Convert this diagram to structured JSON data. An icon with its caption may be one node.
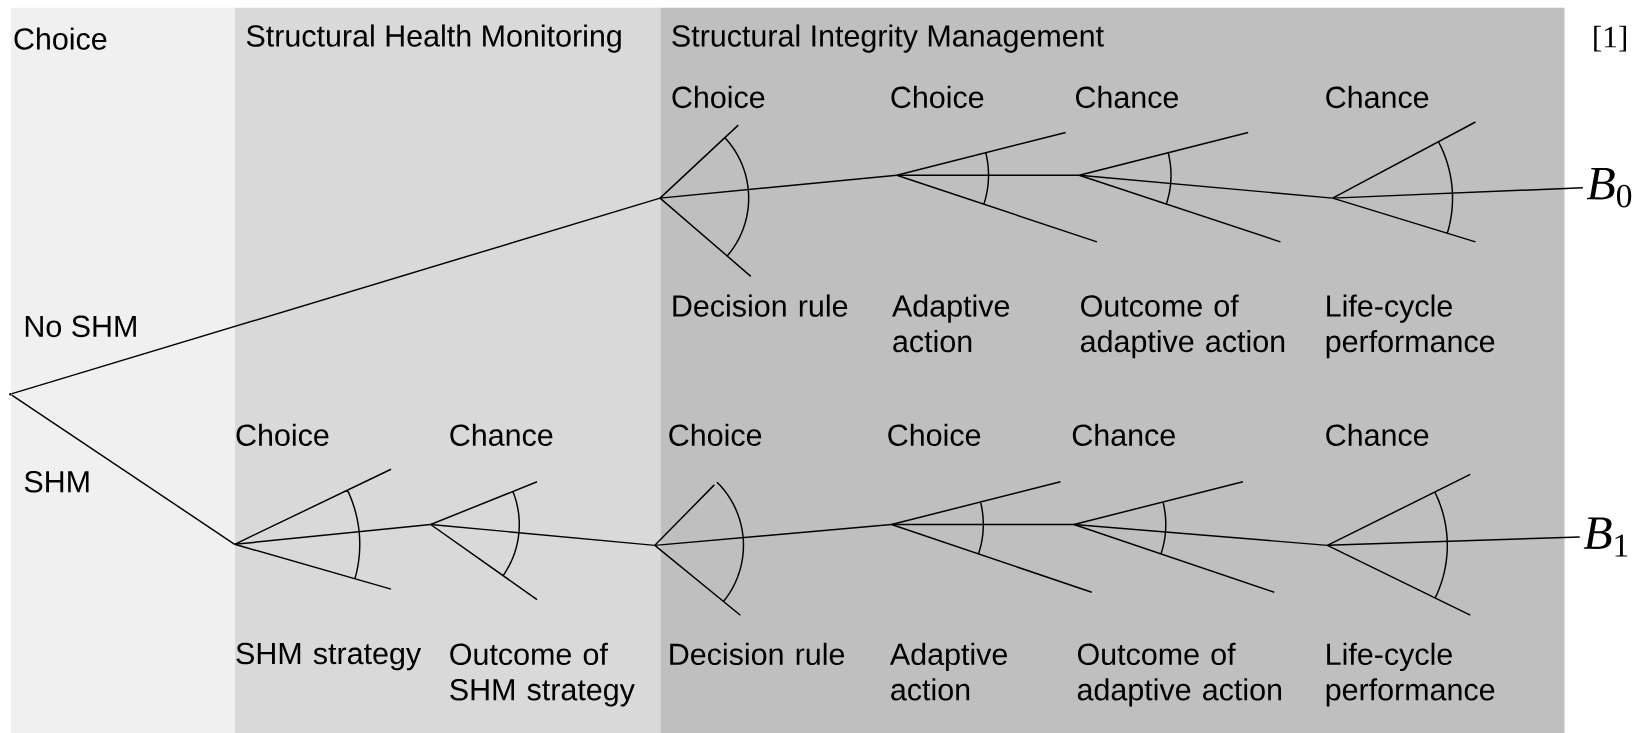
{
  "diagram": {
    "nodes": [
      {
        "text": [
          "Choice"
        ]
      },
      {
        "text": [],
        "shape": "point",
        "in": 0
      },
      {
        "text": [
          "Structural Health Monitoring"
        ]
      },
      {
        "text": [
          "Choice",
          "SHM strategy"
        ],
        "in": 2
      },
      {
        "text": [
          "Chance",
          "Outcome of SHM strategy"
        ],
        "in": 2
      },
      {
        "text": [
          "Structural Integrity Management"
        ]
      },
      {
        "text": [
          "Choice",
          "Decision rule"
        ],
        "in": 5
      },
      {
        "text": [
          "Choice",
          "Adaptive action"
        ],
        "in": 5
      },
      {
        "text": [
          "Chance",
          "Outcome of adaptive action"
        ],
        "in": 5
      },
      {
        "text": [
          "Chance",
          "Life-cycle performance"
        ],
        "in": 5
      },
      {
        "text": [
          "Choice",
          "Decision rule"
        ],
        "in": 5
      },
      {
        "text": [
          "Choice",
          "Adaptive action"
        ],
        "in": 5
      },
      {
        "text": [
          "Chance",
          "Outcome of adaptive action"
        ],
        "in": 5
      },
      {
        "text": [
          "Chance",
          "Life-cycle performance"
        ],
        "in": 5
      },
      {
        "text": [
          "*B*$_{0}$"
        ]
      },
      {
        "text": [
          "*B*$_{1}$"
        ]
      }
    ],
    "edges": [
      {
        "from": 1,
        "to": 6,
        "arrow": "none",
        "label": "No SHM"
      },
      {
        "from": 1,
        "to": 3,
        "arrow": "none",
        "label": "SHM"
      },
      {
        "from": 3,
        "to": 4,
        "arrow": "none"
      },
      {
        "from": 4,
        "to": 10,
        "arrow": "none"
      },
      {
        "from": 6,
        "to": 7,
        "arrow": "none"
      },
      {
        "from": 7,
        "to": 8,
        "arrow": "none"
      },
      {
        "from": 8,
        "to": 9,
        "arrow": "none"
      },
      {
        "from": 9,
        "to": 14,
        "arrow": "none"
      },
      {
        "from": 10,
        "to": 11,
        "arrow": "none"
      },
      {
        "from": 11,
        "to": 12,
        "arrow": "none"
      },
      {
        "from": 12,
        "to": 13,
        "arrow": "none"
      },
      {
        "from": 13,
        "to": 15,
        "arrow": "none"
      }
    ],
    "labels": [
      "[1]"
    ]
  }
}
